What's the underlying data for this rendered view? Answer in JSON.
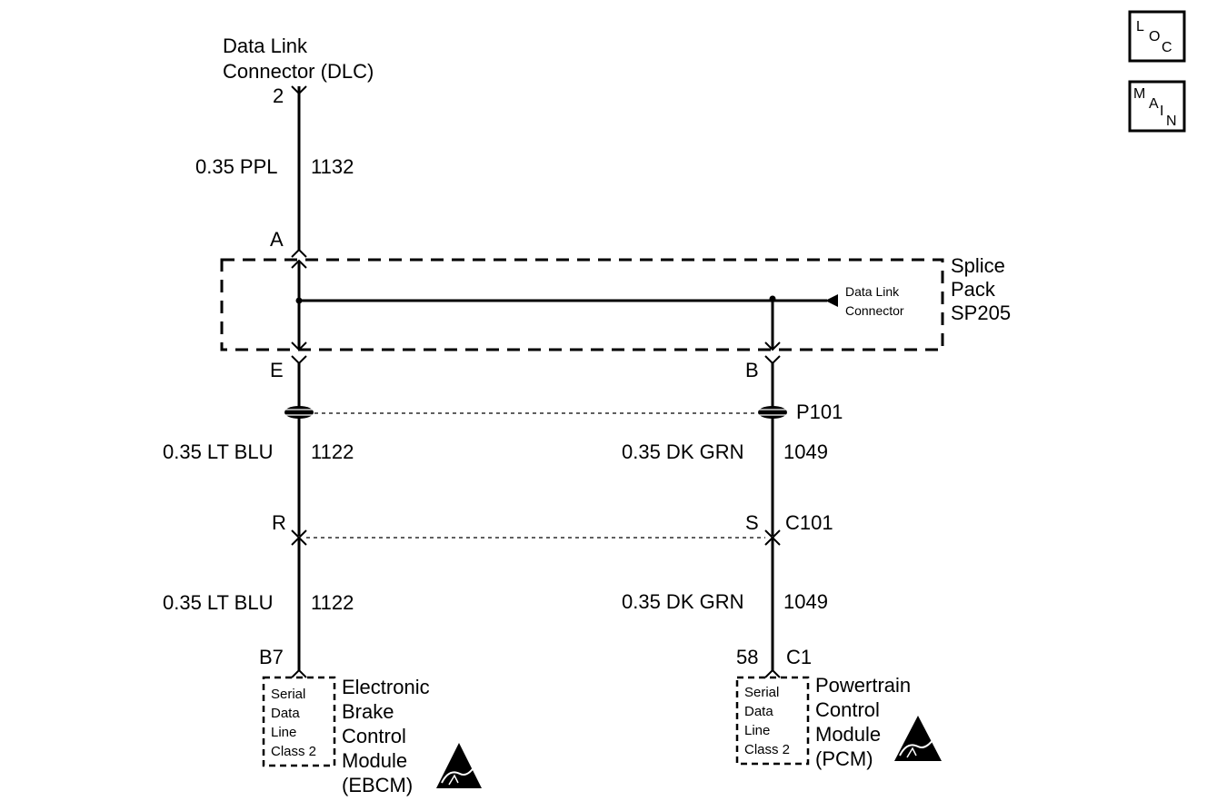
{
  "nav": {
    "loc": [
      "L",
      "O",
      "C"
    ],
    "main": [
      "M",
      "A",
      "I",
      "N"
    ]
  },
  "dlc": {
    "name_line1": "Data Link",
    "name_line2": "Connector (DLC)",
    "pin": "2"
  },
  "wire_top": {
    "spec": "0.35 PPL",
    "circuit": "1132"
  },
  "splice": {
    "line1": "Splice",
    "line2": "Pack",
    "line3": "SP205",
    "pin_a": "A",
    "pin_e": "E",
    "pin_b": "B",
    "inner_line1": "Data Link",
    "inner_line2": "Connector"
  },
  "p101": {
    "label": "P101"
  },
  "wire_left_mid": {
    "spec": "0.35 LT BLU",
    "circuit": "1122"
  },
  "wire_right_mid": {
    "spec": "0.35 DK GRN",
    "circuit": "1049"
  },
  "c101": {
    "pin_r": "R",
    "pin_s": "S",
    "label": "C101"
  },
  "wire_left_low": {
    "spec": "0.35 LT BLU",
    "circuit": "1122"
  },
  "wire_right_low": {
    "spec": "0.35 DK GRN",
    "circuit": "1049"
  },
  "ebcm": {
    "pin": "B7",
    "box": [
      "Serial",
      "Data",
      "Line",
      "Class 2"
    ],
    "name": [
      "Electronic",
      "Brake",
      "Control",
      "Module",
      "(EBCM)"
    ]
  },
  "pcm": {
    "pin": "58",
    "conn": "C1",
    "box": [
      "Serial",
      "Data",
      "Line",
      "Class 2"
    ],
    "name": [
      "Powertrain",
      "Control",
      "Module",
      "(PCM)"
    ]
  }
}
